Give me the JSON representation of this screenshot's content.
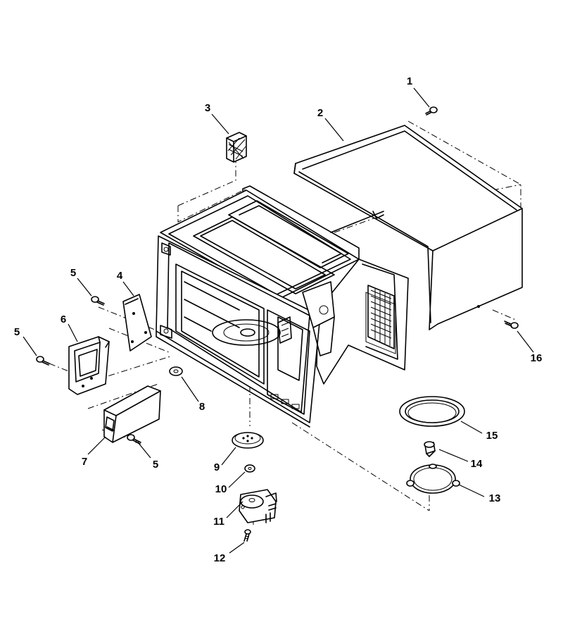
{
  "callouts": [
    {
      "id": "c1",
      "label": "1"
    },
    {
      "id": "c2",
      "label": "2"
    },
    {
      "id": "c3",
      "label": "3"
    },
    {
      "id": "c4",
      "label": "4"
    },
    {
      "id": "c5a",
      "label": "5"
    },
    {
      "id": "c5b",
      "label": "5"
    },
    {
      "id": "c5c",
      "label": "5"
    },
    {
      "id": "c6",
      "label": "6"
    },
    {
      "id": "c7",
      "label": "7"
    },
    {
      "id": "c8",
      "label": "8"
    },
    {
      "id": "c9",
      "label": "9"
    },
    {
      "id": "c10",
      "label": "10"
    },
    {
      "id": "c11",
      "label": "11"
    },
    {
      "id": "c12",
      "label": "12"
    },
    {
      "id": "c13",
      "label": "13"
    },
    {
      "id": "c14",
      "label": "14"
    },
    {
      "id": "c15",
      "label": "15"
    },
    {
      "id": "c16",
      "label": "16"
    }
  ]
}
